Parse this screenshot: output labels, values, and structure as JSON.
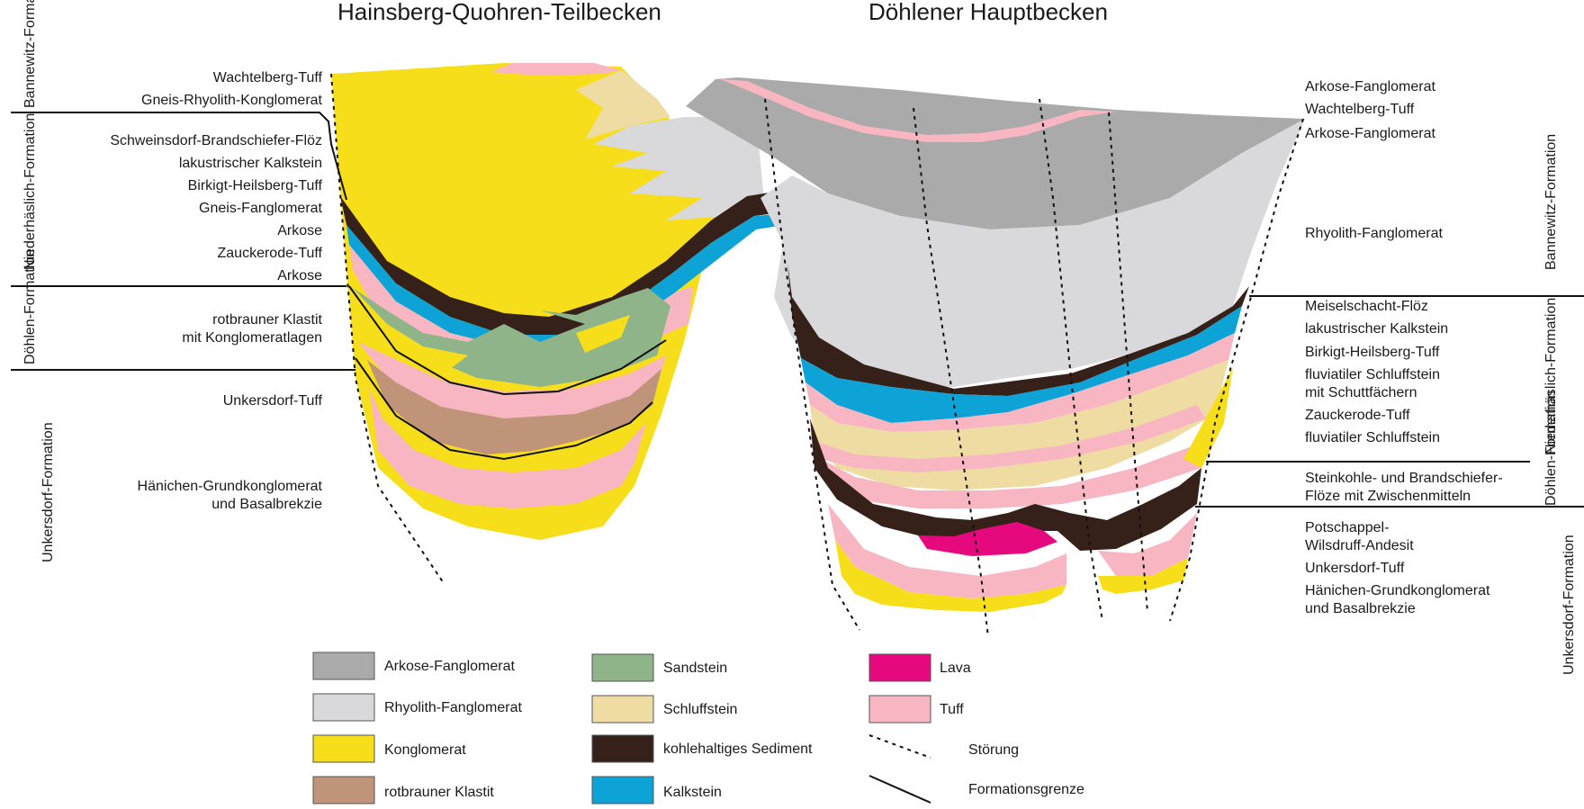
{
  "titles": {
    "left": "Hainsberg-Quohren-Teilbecken",
    "right": "Döhlener Hauptbecken"
  },
  "formations_left": [
    {
      "label": "Bannewitz-Formation"
    },
    {
      "label": "Niederhäslich-Formation"
    },
    {
      "label": "Döhlen-Formation"
    },
    {
      "label": "Unkersdorf-Formation"
    }
  ],
  "formations_right": [
    {
      "label": "Bannewitz-Formation"
    },
    {
      "label": "Niederhäslich-Formation"
    },
    {
      "label": "Döhlen-Formation"
    },
    {
      "label": "Unkersdorf-Formation"
    }
  ],
  "labels_left": [
    {
      "text": "Wachtelberg-Tuff"
    },
    {
      "text": "Gneis-Rhyolith-Konglomerat"
    },
    {
      "text": "Schweinsdorf-Brandschiefer-Flöz"
    },
    {
      "text": "lakustrischer Kalkstein"
    },
    {
      "text": "Birkigt-Heilsberg-Tuff"
    },
    {
      "text": "Gneis-Fanglomerat"
    },
    {
      "text": "Arkose"
    },
    {
      "text": "Zauckerode-Tuff"
    },
    {
      "text": "Arkose"
    },
    {
      "text": "rotbrauner Klastit"
    },
    {
      "text": "mit Konglomeratlagen"
    },
    {
      "text": "Unkersdorf-Tuff"
    },
    {
      "text": "Hänichen-Grundkonglomerat"
    },
    {
      "text": "und Basalbrekzie"
    }
  ],
  "labels_right": [
    {
      "text": "Arkose-Fanglomerat"
    },
    {
      "text": "Wachtelberg-Tuff"
    },
    {
      "text": "Arkose-Fanglomerat"
    },
    {
      "text": "Rhyolith-Fanglomerat"
    },
    {
      "text": "Meiselschacht-Flöz"
    },
    {
      "text": "lakustrischer Kalkstein"
    },
    {
      "text": "Birkigt-Heilsberg-Tuff"
    },
    {
      "text": "fluviatiler Schluffstein"
    },
    {
      "text": "mit Schuttfächern"
    },
    {
      "text": "Zauckerode-Tuff"
    },
    {
      "text": "fluviatiler Schluffstein"
    },
    {
      "text": "Steinkohle- und Brandschiefer-"
    },
    {
      "text": "Flöze mit Zwischenmitteln"
    },
    {
      "text": "Potschappel-"
    },
    {
      "text": "Wilsdruff-Andesit"
    },
    {
      "text": "Unkersdorf-Tuff"
    },
    {
      "text": "Hänichen-Grundkonglomerat"
    },
    {
      "text": "und Basalbrekzie"
    }
  ],
  "legend": [
    {
      "label": "Arkose-Fanglomerat",
      "color": "#aaaaaa",
      "kind": "swatch"
    },
    {
      "label": "Rhyolith-Fanglomerat",
      "color": "#d9d9db",
      "kind": "swatch"
    },
    {
      "label": "Konglomerat",
      "color": "#f7de1b",
      "kind": "swatch"
    },
    {
      "label": "rotbrauner Klastit",
      "color": "#bf9478",
      "kind": "swatch"
    },
    {
      "label": "Sandstein",
      "color": "#90b48a",
      "kind": "swatch"
    },
    {
      "label": "Schluffstein",
      "color": "#efdca3",
      "kind": "swatch"
    },
    {
      "label": "kohlehaltiges Sediment",
      "color": "#36201a",
      "kind": "swatch"
    },
    {
      "label": "Kalkstein",
      "color": "#0ea3d6",
      "kind": "swatch"
    },
    {
      "label": "Lava",
      "color": "#e6097e",
      "kind": "swatch"
    },
    {
      "label": "Tuff",
      "color": "#f8b6c2",
      "kind": "swatch"
    },
    {
      "label": "Störung",
      "color": "#111111",
      "kind": "fault"
    },
    {
      "label": "Formationsgrenze",
      "color": "#111111",
      "kind": "boundary"
    }
  ]
}
